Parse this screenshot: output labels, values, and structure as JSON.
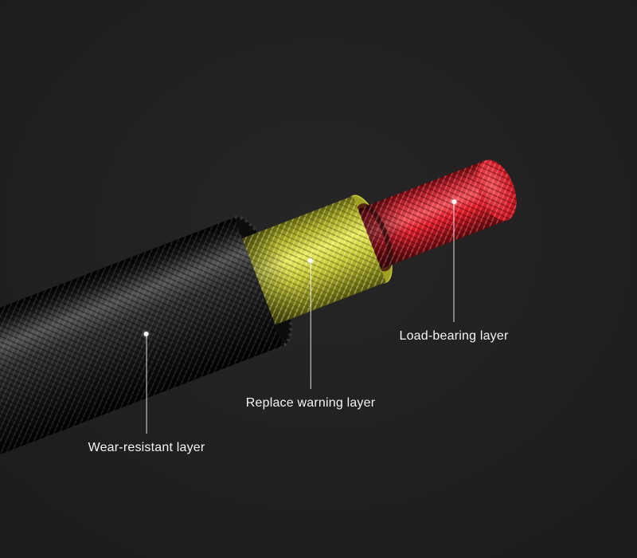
{
  "background_color": "#202020",
  "diagram": {
    "layers": [
      {
        "name": "core",
        "label": "Load-bearing layer",
        "color": "#dd1826"
      },
      {
        "name": "middle",
        "label": "Replace warning layer",
        "color": "#c3c634"
      },
      {
        "name": "outer",
        "label": "Wear-resistant layer",
        "color": "#2f2f2f"
      }
    ],
    "label_text_color": "#f5f5f5",
    "callout_line_color": "#ffffff"
  }
}
